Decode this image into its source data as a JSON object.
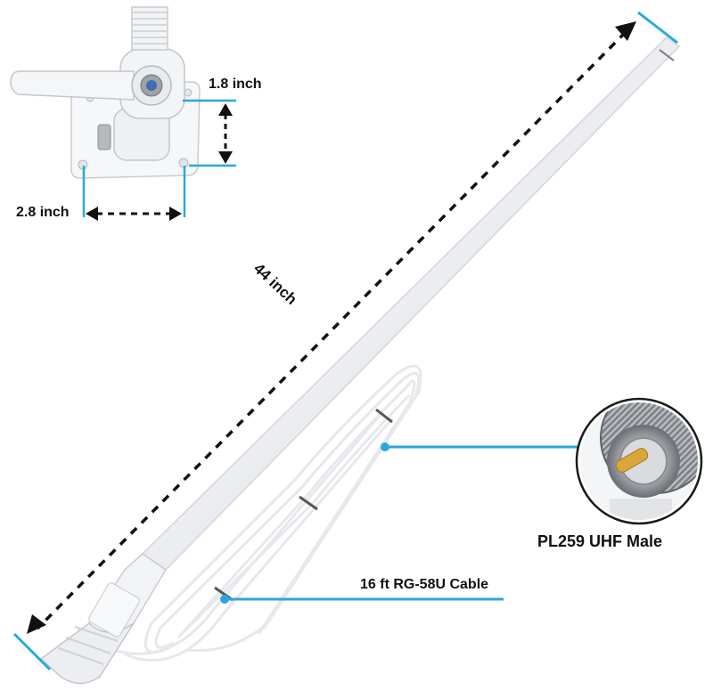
{
  "labels": {
    "mount_height": "1.8 inch",
    "mount_width": "2.8 inch",
    "antenna_length": "44 inch",
    "connector": "PL259 UHF Male",
    "cable": "16 ft RG-58U Cable"
  },
  "colors": {
    "accent": "#29a8e0",
    "dimension_arrow": "#111111",
    "product": "#f4f5f7"
  },
  "icons": {
    "mount": "ratchet-mount-photo",
    "antenna": "fiberglass-antenna-photo",
    "connector": "pl259-connector-photo",
    "cable": "coiled-cable-photo"
  }
}
